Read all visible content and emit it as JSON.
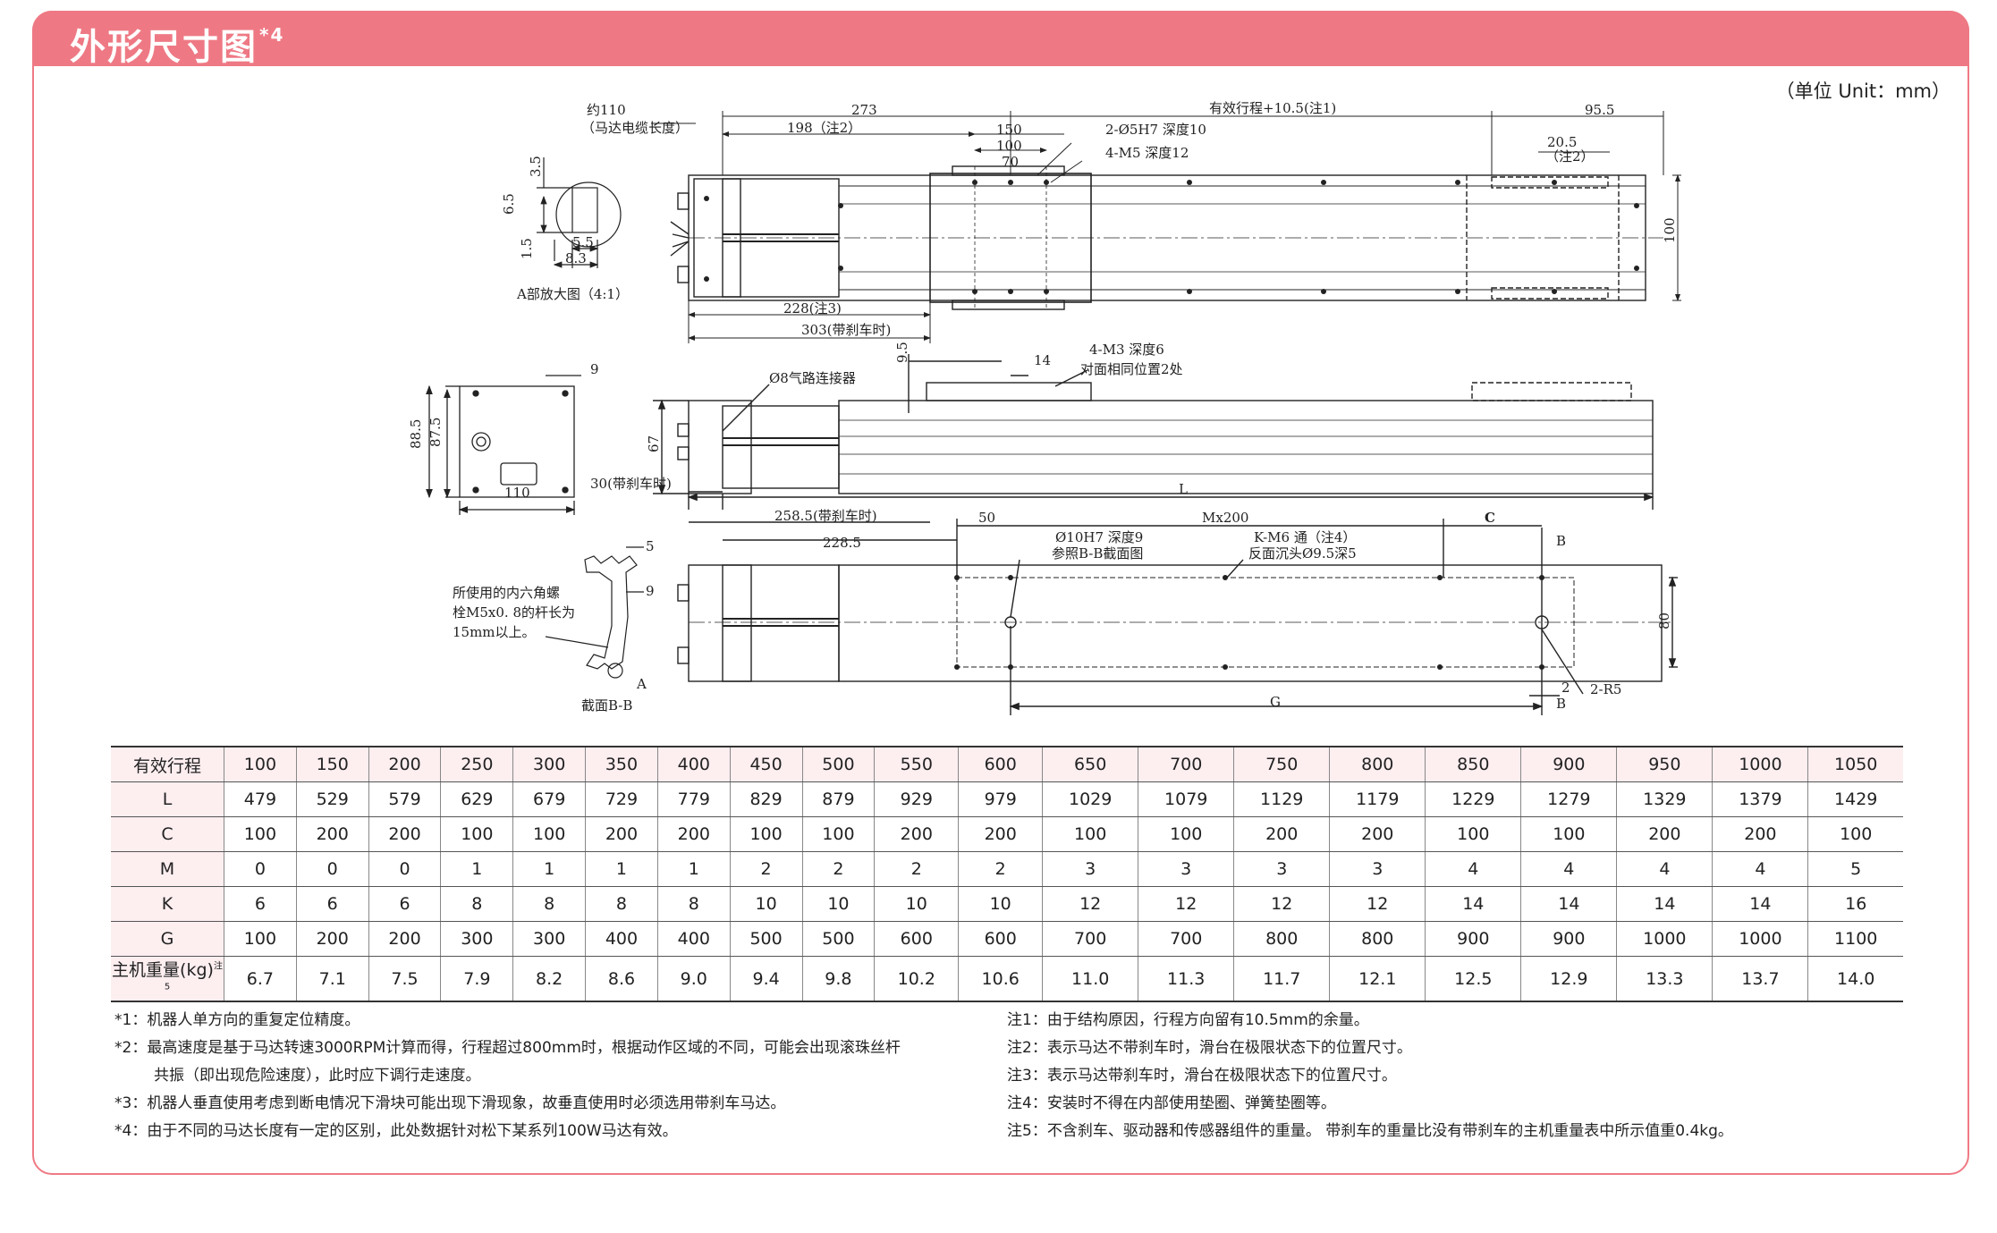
{
  "header": {
    "title": "外形尺寸图",
    "title_note": "*4"
  },
  "unit_label": "（单位 Unit：mm）",
  "drawing": {
    "top_view": {
      "cable_len": "约110",
      "cable_len_note": "（马达电缆长度）",
      "dim_273": "273",
      "dim_stroke": "有效行程+10.5(注1)",
      "dim_95_5": "95.5",
      "dim_198": "198（注2）",
      "dim_150": "150",
      "dim_100": "100",
      "dim_70": "70",
      "hole_pin": "2-Ø5H7 深度10",
      "hole_m5": "4-M5 深度12",
      "dim_20_5": "20.5",
      "note2": "（注2）",
      "height_100": "100",
      "dim_228": "228(注3)",
      "dim_303": "303(带刹车时)"
    },
    "detail_a": {
      "d_3_5": "3.5",
      "d_6_5": "6.5",
      "d_1_5": "1.5",
      "d_5_5": "5.5",
      "d_8_3": "8.3",
      "caption": "A部放大图（4:1）"
    },
    "side_view": {
      "d_9_5": "9.5",
      "d_14": "14",
      "m3": "4-M3 深度6",
      "m3_note": "对面相同位置2处",
      "air": "Ø8气路连接器",
      "d_67": "67",
      "d_30": "30(带刹车时)",
      "d_L": "L"
    },
    "end_view": {
      "d_9": "9",
      "d_88_5": "88.5",
      "d_87_5": "87.5",
      "d_110": "110"
    },
    "bottom_view": {
      "d_258_5": "258.5(带刹车时)",
      "d_228_5": "228.5",
      "d_50": "50",
      "d_mx200": "Mx200",
      "d_c": "C",
      "d_b1": "B",
      "hole_10": "Ø10H7 深度9",
      "hole_10_ref": "参照B-B截面图",
      "k_m6": "K-M6 通（注4）",
      "k_m6_b": "反面沉头Ø9.5深5",
      "d_80": "80",
      "d_2": "2",
      "d_b2": "B",
      "d_r5": "2-R5",
      "d_g": "G"
    },
    "section": {
      "d_5": "5",
      "d_9": "9",
      "bolt1": "所使用的内六角螺",
      "bolt2": "栓M5x0. 8的杆长为",
      "bolt3": "15mm以上。",
      "label_a": "A",
      "caption": "截面B-B"
    }
  },
  "table": {
    "rows": [
      {
        "label": "有效行程",
        "values": [
          "100",
          "150",
          "200",
          "250",
          "300",
          "350",
          "400",
          "450",
          "500",
          "550",
          "600",
          "650",
          "700",
          "750",
          "800",
          "850",
          "900",
          "950",
          "1000",
          "1050"
        ]
      },
      {
        "label": "L",
        "values": [
          "479",
          "529",
          "579",
          "629",
          "679",
          "729",
          "779",
          "829",
          "879",
          "929",
          "979",
          "1029",
          "1079",
          "1129",
          "1179",
          "1229",
          "1279",
          "1329",
          "1379",
          "1429"
        ]
      },
      {
        "label": "C",
        "values": [
          "100",
          "200",
          "200",
          "100",
          "100",
          "200",
          "200",
          "100",
          "100",
          "200",
          "200",
          "100",
          "100",
          "200",
          "200",
          "100",
          "100",
          "200",
          "200",
          "100"
        ]
      },
      {
        "label": "M",
        "values": [
          "0",
          "0",
          "0",
          "1",
          "1",
          "1",
          "1",
          "2",
          "2",
          "2",
          "2",
          "3",
          "3",
          "3",
          "3",
          "4",
          "4",
          "4",
          "4",
          "5"
        ]
      },
      {
        "label": "K",
        "values": [
          "6",
          "6",
          "6",
          "8",
          "8",
          "8",
          "8",
          "10",
          "10",
          "10",
          "10",
          "12",
          "12",
          "12",
          "12",
          "14",
          "14",
          "14",
          "14",
          "16"
        ]
      },
      {
        "label": "G",
        "values": [
          "100",
          "200",
          "200",
          "300",
          "300",
          "400",
          "400",
          "500",
          "500",
          "600",
          "600",
          "700",
          "700",
          "800",
          "800",
          "900",
          "900",
          "1000",
          "1000",
          "1100"
        ]
      },
      {
        "label": "主机重量(kg)",
        "label_note": "注5",
        "values": [
          "6.7",
          "7.1",
          "7.5",
          "7.9",
          "8.2",
          "8.6",
          "9.0",
          "9.4",
          "9.8",
          "10.2",
          "10.6",
          "11.0",
          "11.3",
          "11.7",
          "12.1",
          "12.5",
          "12.9",
          "13.3",
          "13.7",
          "14.0"
        ]
      }
    ]
  },
  "notes_left": [
    "*1：机器人单方向的重复定位精度。",
    "*2：最高速度是基于马达转速3000RPM计算而得，行程超过800mm时，根据动作区域的不同，可能会出现滚珠丝杆",
    "共振（即出现危险速度），此时应下调行走速度。",
    "*3：机器人垂直使用考虑到断电情况下滑块可能出现下滑现象，故垂直使用时必须选用带刹车马达。",
    "*4：由于不同的马达长度有一定的区别，此处数据针对松下某系列100W马达有效。"
  ],
  "notes_right": [
    "注1：由于结构原因，行程方向留有10.5mm的余量。",
    "注2：表示马达不带刹车时，滑台在极限状态下的位置尺寸。",
    "注3：表示马达带刹车时，滑台在极限状态下的位置尺寸。",
    "注4：安装时不得在内部使用垫圈、弹簧垫圈等。",
    "注5：不含刹车、驱动器和传感器组件的重量。 带刹车的重量比没有带刹车的主机重量表中所示值重0.4kg。"
  ],
  "colors": {
    "accent": "#ee7984",
    "table_header_bg": "#fdeef0"
  }
}
